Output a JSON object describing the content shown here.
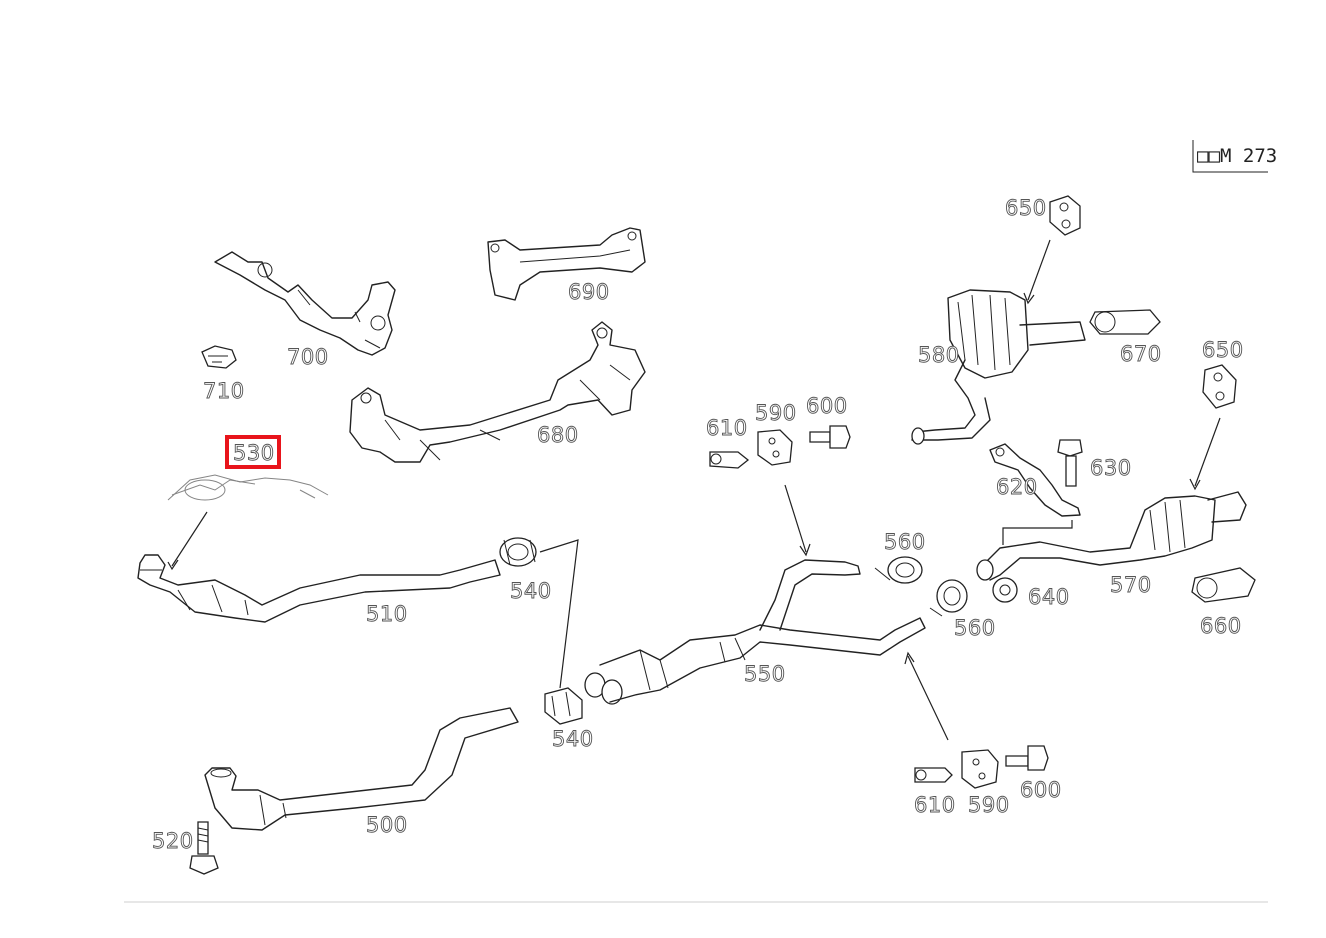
{
  "engine_tag": "M 273",
  "engine_tag_prefix": "□□",
  "highlight_color": "#e8141b",
  "selected_part": "530",
  "callouts": {
    "p500": "500",
    "p510": "510",
    "p520": "520",
    "p530": "530",
    "p540a": "540",
    "p540b": "540",
    "p550": "550",
    "p560a": "560",
    "p560b": "560",
    "p570": "570",
    "p580": "580",
    "p590a": "590",
    "p590b": "590",
    "p600a": "600",
    "p600b": "600",
    "p610a": "610",
    "p610b": "610",
    "p620": "620",
    "p630": "630",
    "p640": "640",
    "p650a": "650",
    "p650b": "650",
    "p660": "660",
    "p670": "670",
    "p680": "680",
    "p690": "690",
    "p700": "700",
    "p710": "710"
  }
}
